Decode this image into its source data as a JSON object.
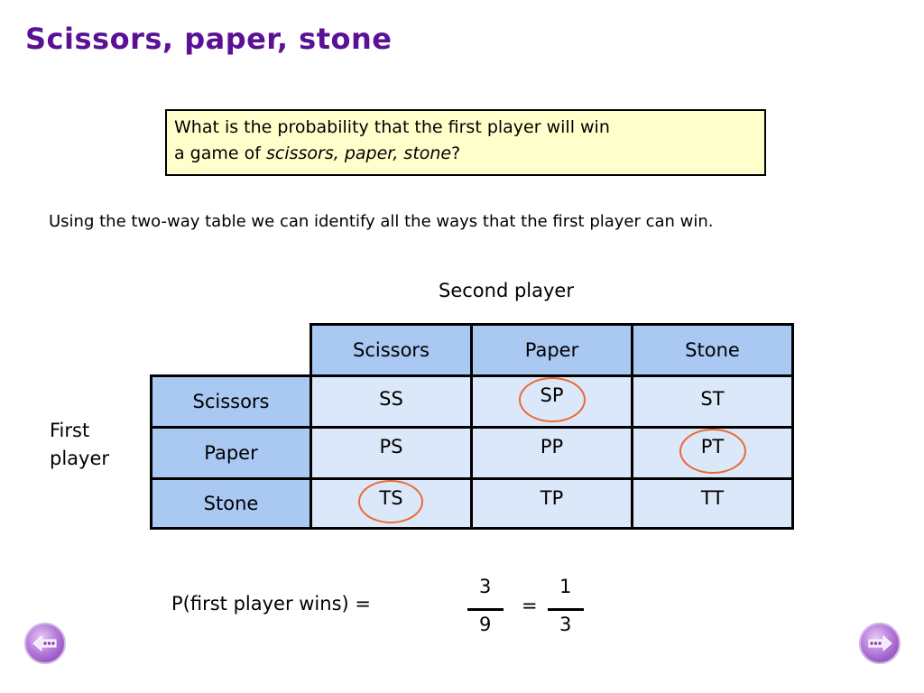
{
  "title": "Scissors, paper, stone",
  "question": {
    "line1": "What is the probability that the first player will win",
    "line2_prefix": "a game of ",
    "line2_italic": "scissors, paper, stone",
    "line2_suffix": "?"
  },
  "intro": "Using the two-way table we can identify all the ways that the first player can win.",
  "table": {
    "column_axis_label": "Second player",
    "row_axis_label_line1": "First",
    "row_axis_label_line2": "player",
    "column_headers": [
      "Scissors",
      "Paper",
      "Stone"
    ],
    "row_headers": [
      "Scissors",
      "Paper",
      "Stone"
    ],
    "cells": [
      [
        "SS",
        "SP",
        "ST"
      ],
      [
        "PS",
        "PP",
        "PT"
      ],
      [
        "TS",
        "TP",
        "TT"
      ]
    ],
    "highlighted": [
      "SP",
      "PT",
      "TS"
    ]
  },
  "probability": {
    "label": "P(first player wins) =",
    "fraction1_numerator": "3",
    "fraction1_denominator": "9",
    "equals": "=",
    "fraction2_numerator": "1",
    "fraction2_denominator": "3"
  },
  "colors": {
    "title": "#5b1196",
    "header_fill": "#a9c8f2",
    "cell_fill": "#dbe8f9",
    "highlight_ring": "#ec6a31",
    "question_fill": "#ffffcc"
  },
  "nav": {
    "prev_icon": "back-arrow-icon",
    "next_icon": "forward-arrow-icon"
  }
}
